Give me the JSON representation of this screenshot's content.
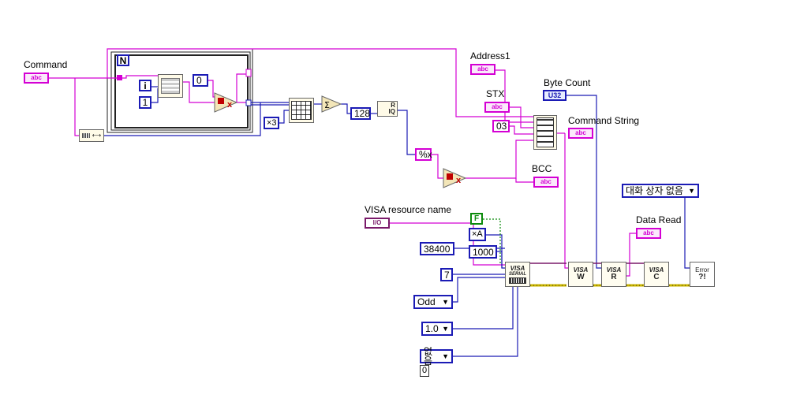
{
  "labels": {
    "command": "Command",
    "address1": "Address1",
    "stx": "STX",
    "byte_count": "Byte Count",
    "command_string": "Command String",
    "bcc": "BCC",
    "data_read": "Data Read",
    "visa_resource_name": "VISA resource name"
  },
  "indicator_tags": {
    "abc": "abc",
    "u32": "U32",
    "io": "I/O"
  },
  "loop": {
    "count_terminal": "N",
    "iteration_terminal": "i"
  },
  "constants": {
    "one": "1",
    "zero": "0",
    "times3": "×3",
    "c128": "128",
    "stx_value": "03",
    "format": "%x",
    "baud": "38400",
    "data_bits": "7",
    "timeout": "1000",
    "bool_false": "F",
    "termchar": "×A",
    "parity": "Odd",
    "stop_bits": "1.0",
    "flow_control": "없음",
    "flow_index": "0",
    "dialog_mode": "대화 상자 없음"
  },
  "function_glyphs": {
    "sum": "Σ",
    "quotient_r": "R",
    "quotient_iq": "IQ",
    "visa": "VISA",
    "serial": "SERIAL",
    "write": "W",
    "read": "R",
    "close": "C",
    "error": "Error",
    "error_mark": "?!"
  },
  "colors": {
    "string_wire": "#d400d4",
    "numeric_wire": "#1b1bb5",
    "error_wire": "#c8b400",
    "refnum_wire": "#7a1a6a",
    "bool_wire": "#0a8a0a"
  }
}
